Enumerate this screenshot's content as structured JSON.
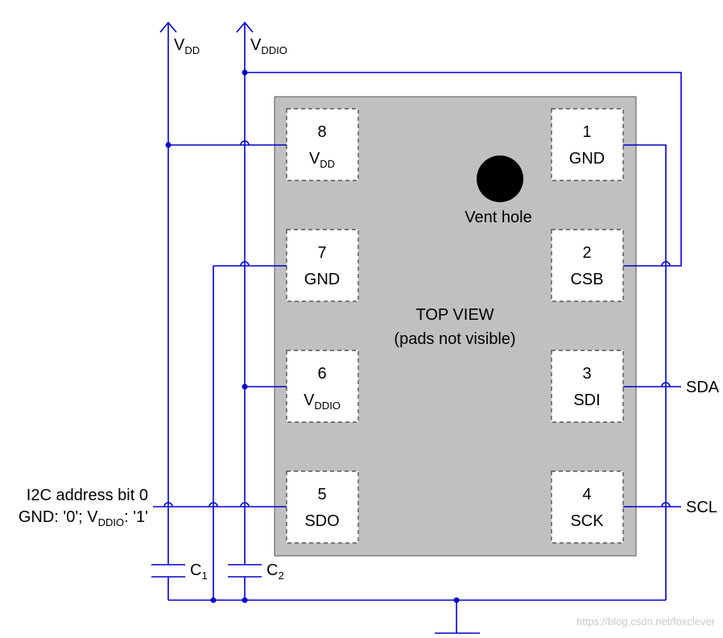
{
  "rails": {
    "vdd": {
      "main": "V",
      "sub": "DD"
    },
    "vddio": {
      "main": "V",
      "sub": "DDIO"
    }
  },
  "chip": {
    "vent_label": "Vent hole",
    "view_title": "TOP VIEW",
    "view_note": "(pads not visible)"
  },
  "pads": [
    {
      "num": "8",
      "main": "V",
      "sub": "DD"
    },
    {
      "num": "7",
      "main": "GND",
      "sub": ""
    },
    {
      "num": "6",
      "main": "V",
      "sub": "DDIO"
    },
    {
      "num": "5",
      "main": "SDO",
      "sub": ""
    },
    {
      "num": "1",
      "main": "GND",
      "sub": ""
    },
    {
      "num": "2",
      "main": "CSB",
      "sub": ""
    },
    {
      "num": "3",
      "main": "SDI",
      "sub": ""
    },
    {
      "num": "4",
      "main": "SCK",
      "sub": ""
    }
  ],
  "signals": {
    "sda": "SDA",
    "scl": "SCL"
  },
  "i2c_note": {
    "line1": "I2C address bit 0",
    "line2_a": "GND: '0'; V",
    "line2_sub": "DDIO",
    "line2_b": ": '1'"
  },
  "caps": {
    "c1": {
      "main": "C",
      "sub": "1"
    },
    "c2": {
      "main": "C",
      "sub": "2"
    }
  },
  "watermark": "https://blog.csdn.net/foxclever",
  "colors": {
    "wire": "#0000cc",
    "chip_body": "#c0c0c0",
    "pad_fill": "#ffffff"
  }
}
